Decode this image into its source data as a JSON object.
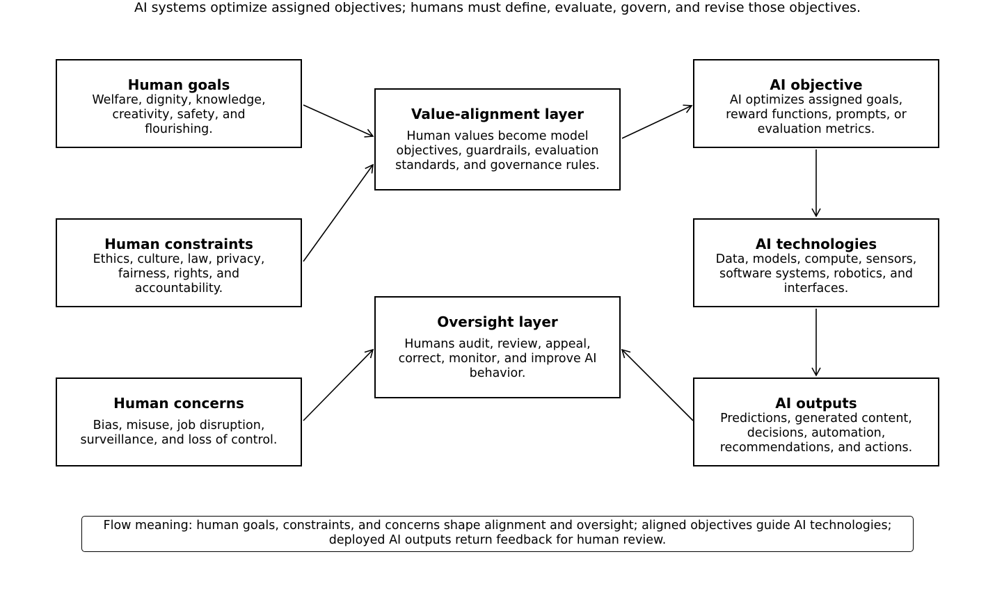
{
  "subtitle": "AI systems optimize assigned objectives; humans must define, evaluate, govern, and revise those objectives.",
  "nodes": {
    "human_goals": {
      "title": "Human goals",
      "lines": [
        "Welfare, dignity, knowledge,",
        "creativity, safety, and",
        "flourishing."
      ]
    },
    "human_constraints": {
      "title": "Human constraints",
      "lines": [
        "Ethics, culture, law, privacy,",
        "fairness, rights, and",
        "accountability."
      ]
    },
    "human_concerns": {
      "title": "Human concerns",
      "lines": [
        "Bias, misuse, job disruption,",
        "surveillance, and loss of control."
      ]
    },
    "value_alignment": {
      "title": "Value-alignment layer",
      "lines": [
        "Human values become model",
        "objectives, guardrails, evaluation",
        "standards, and governance rules."
      ]
    },
    "oversight": {
      "title": "Oversight layer",
      "lines": [
        "Humans audit, review, appeal,",
        "correct, monitor, and improve AI",
        "behavior."
      ]
    },
    "ai_objective": {
      "title": "AI objective",
      "lines": [
        "AI optimizes assigned goals,",
        "reward functions, prompts, or",
        "evaluation metrics."
      ]
    },
    "ai_technologies": {
      "title": "AI technologies",
      "lines": [
        "Data, models, compute, sensors,",
        "software systems, robotics, and",
        "interfaces."
      ]
    },
    "ai_outputs": {
      "title": "AI outputs",
      "lines": [
        "Predictions, generated content,",
        "decisions, automation,",
        "recommendations, and actions."
      ]
    }
  },
  "edges": [
    {
      "from": "human_goals",
      "to": "value_alignment"
    },
    {
      "from": "human_constraints",
      "to": "value_alignment"
    },
    {
      "from": "human_concerns",
      "to": "oversight"
    },
    {
      "from": "value_alignment",
      "to": "ai_objective"
    },
    {
      "from": "ai_objective",
      "to": "ai_technologies"
    },
    {
      "from": "ai_technologies",
      "to": "ai_outputs"
    },
    {
      "from": "ai_outputs",
      "to": "oversight"
    }
  ],
  "legend": {
    "lines": [
      "Flow meaning: human goals, constraints, and concerns shape alignment and oversight; aligned objectives guide AI technologies;",
      "deployed AI outputs return feedback for human review."
    ]
  }
}
